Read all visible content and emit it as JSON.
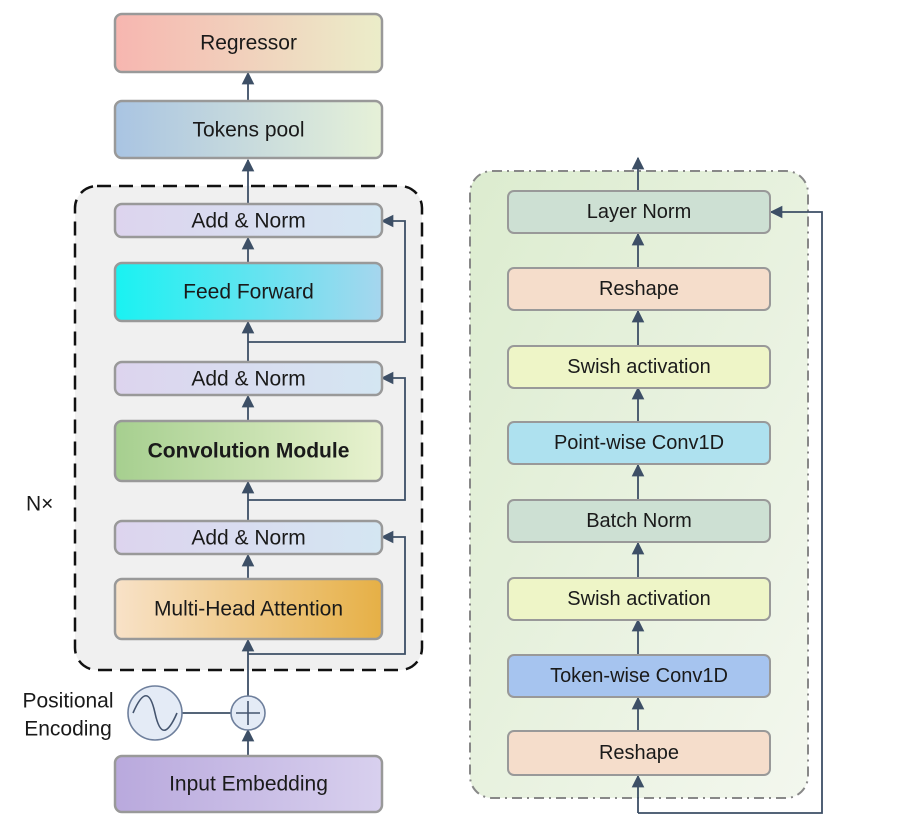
{
  "left": {
    "regressor": "Regressor",
    "tokens_pool": "Tokens pool",
    "add_norm_top": "Add & Norm",
    "feed_forward": "Feed Forward",
    "add_norm_mid": "Add & Norm",
    "convolution_module": "Convolution Module",
    "add_norm_bottom": "Add & Norm",
    "multi_head_attention": "Multi-Head Attention",
    "repeat_label": "N×",
    "positional_line1": "Positional",
    "positional_line2": "Encoding",
    "input_embedding": "Input Embedding"
  },
  "right": {
    "layer_norm": "Layer Norm",
    "reshape_top": "Reshape",
    "swish_top": "Swish activation",
    "pointwise_conv": "Point-wise Conv1D",
    "batch_norm": "Batch Norm",
    "swish_bottom": "Swish activation",
    "tokenwise_conv": "Token-wise Conv1D",
    "reshape_bottom": "Reshape"
  }
}
